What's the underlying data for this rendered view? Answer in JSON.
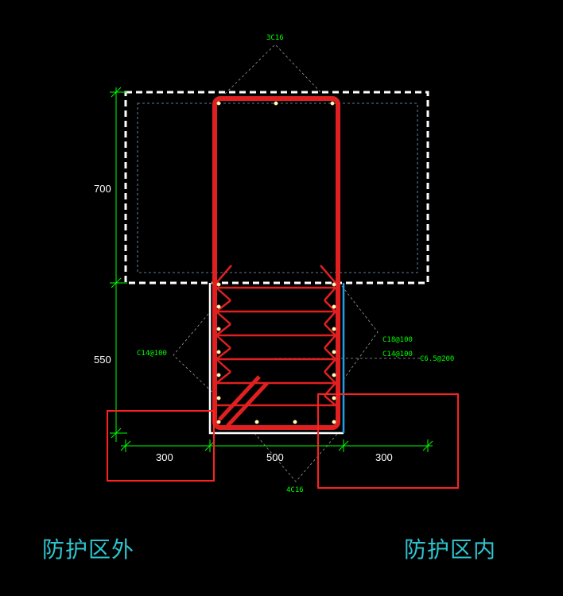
{
  "colors": {
    "background": "#000000",
    "dimension": "#00ff00",
    "rebar_label": "#00ff00",
    "outline": "#ffffff",
    "reinforcement": "#e02020",
    "highlight": "#ff2020",
    "zone_label": "#2ec4cf",
    "right_edge": "#1ea0e6"
  },
  "dimensions": {
    "flange_height": "700",
    "web_height": "550",
    "left_width": "300",
    "web_width": "500",
    "right_width": "300"
  },
  "rebar_labels": {
    "top": "3C16",
    "bottom": "4C16",
    "left_stirrup": "C14@100",
    "right_1": "C18@100",
    "right_2": "C14@100",
    "right_3": "C6.5@200"
  },
  "zones": {
    "outside": "防护区外",
    "inside": "防护区内"
  }
}
